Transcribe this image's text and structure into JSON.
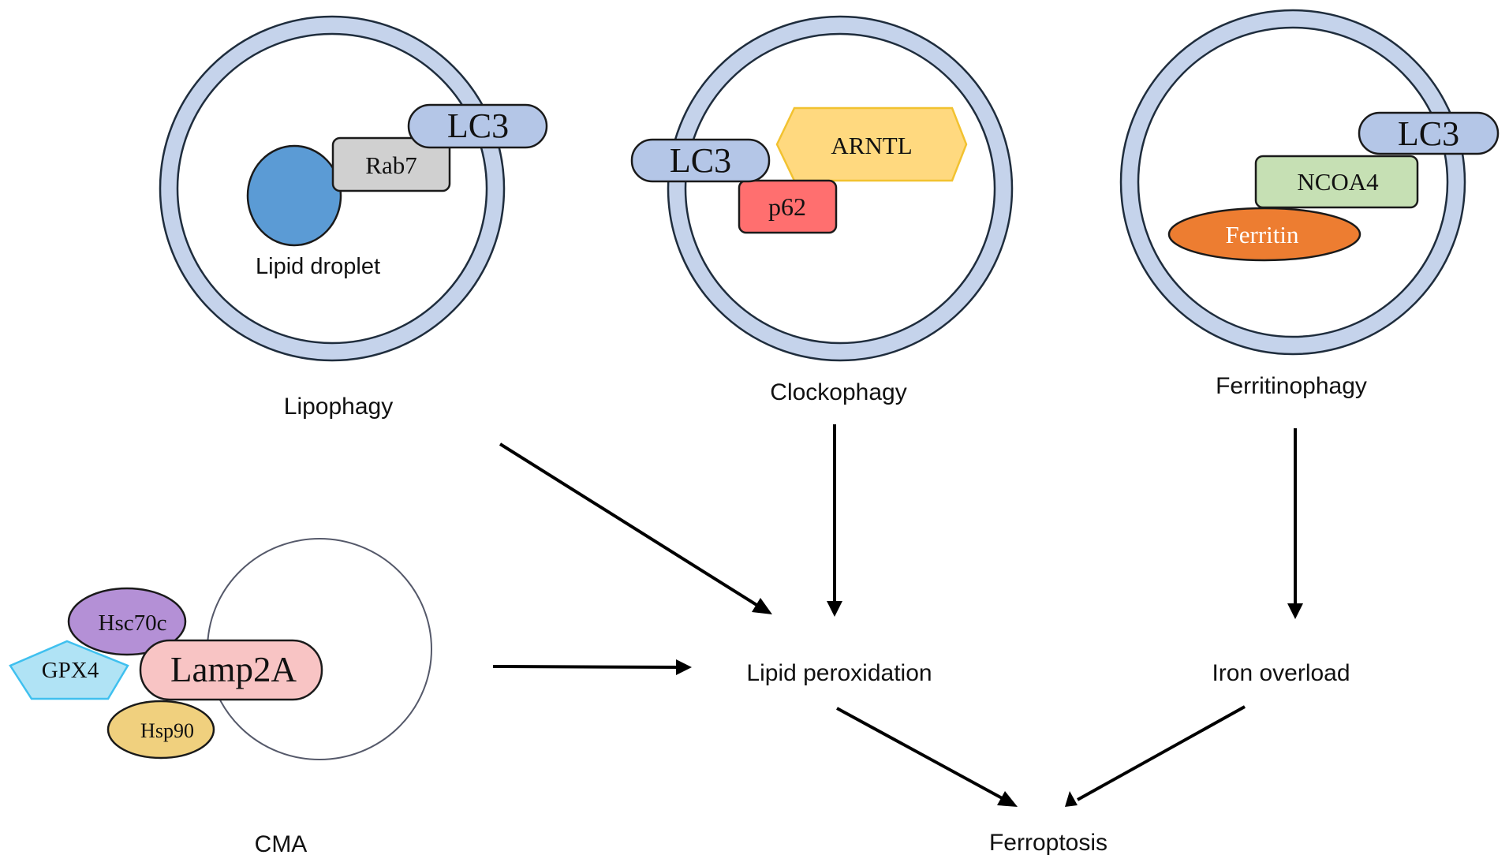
{
  "figure": {
    "panels": [
      {
        "id": "lipophagy",
        "label": "Lipophagy",
        "components": [
          {
            "id": "lipid-droplet",
            "label": "Lipid droplet",
            "shape": "circle",
            "color": "#5b9bd5"
          },
          {
            "id": "rab7",
            "label": "Rab7",
            "shape": "rounded-rect",
            "color": "#d0d0d0"
          },
          {
            "id": "lc3",
            "label": "LC3",
            "shape": "pill",
            "color": "#b4c6e7"
          }
        ]
      },
      {
        "id": "clockophagy",
        "label": "Clockophagy",
        "components": [
          {
            "id": "lc3",
            "label": "LC3",
            "shape": "pill",
            "color": "#b4c6e7"
          },
          {
            "id": "arntl",
            "label": "ARNTL",
            "shape": "hexagon",
            "color": "#ffd97f"
          },
          {
            "id": "p62",
            "label": "p62",
            "shape": "rounded-rect",
            "color": "#ff6f6f"
          }
        ]
      },
      {
        "id": "ferritinophagy",
        "label": "Ferritinophagy",
        "components": [
          {
            "id": "lc3",
            "label": "LC3",
            "shape": "pill",
            "color": "#b4c6e7"
          },
          {
            "id": "ncoa4",
            "label": "NCOA4",
            "shape": "rounded-rect",
            "color": "#c6e0b4"
          },
          {
            "id": "ferritin",
            "label": "Ferritin",
            "shape": "ellipse",
            "color": "#ed7d31"
          }
        ]
      },
      {
        "id": "cma",
        "label": "CMA",
        "components": [
          {
            "id": "hsc70c",
            "label": "Hsc70c",
            "shape": "ellipse",
            "color": "#b490d6"
          },
          {
            "id": "gpx4",
            "label": "GPX4",
            "shape": "pentagon",
            "color": "#b0e3f5"
          },
          {
            "id": "lamp2a",
            "label": "Lamp2A",
            "shape": "pill",
            "color": "#f8c4c4"
          },
          {
            "id": "hsp90",
            "label": "Hsp90",
            "shape": "ellipse",
            "color": "#f0d07e"
          }
        ]
      }
    ],
    "outcomes": {
      "lipid_peroxidation": "Lipid peroxidation",
      "iron_overload": "Iron overload",
      "ferroptosis": "Ferroptosis"
    },
    "edges": [
      {
        "from": "Lipophagy",
        "to": "Lipid peroxidation"
      },
      {
        "from": "Clockophagy",
        "to": "Lipid peroxidation"
      },
      {
        "from": "CMA",
        "to": "Lipid peroxidation"
      },
      {
        "from": "Ferritinophagy",
        "to": "Iron overload"
      },
      {
        "from": "Lipid peroxidation",
        "to": "Ferroptosis"
      },
      {
        "from": "Iron overload",
        "to": "Ferroptosis"
      }
    ],
    "colors": {
      "autophagosome_ring": "#c5d3eb",
      "outline": "#1a1a1a",
      "arrow": "#000000",
      "arntl_border": "#f2c230",
      "gpx4_border": "#3fc0ef"
    }
  }
}
